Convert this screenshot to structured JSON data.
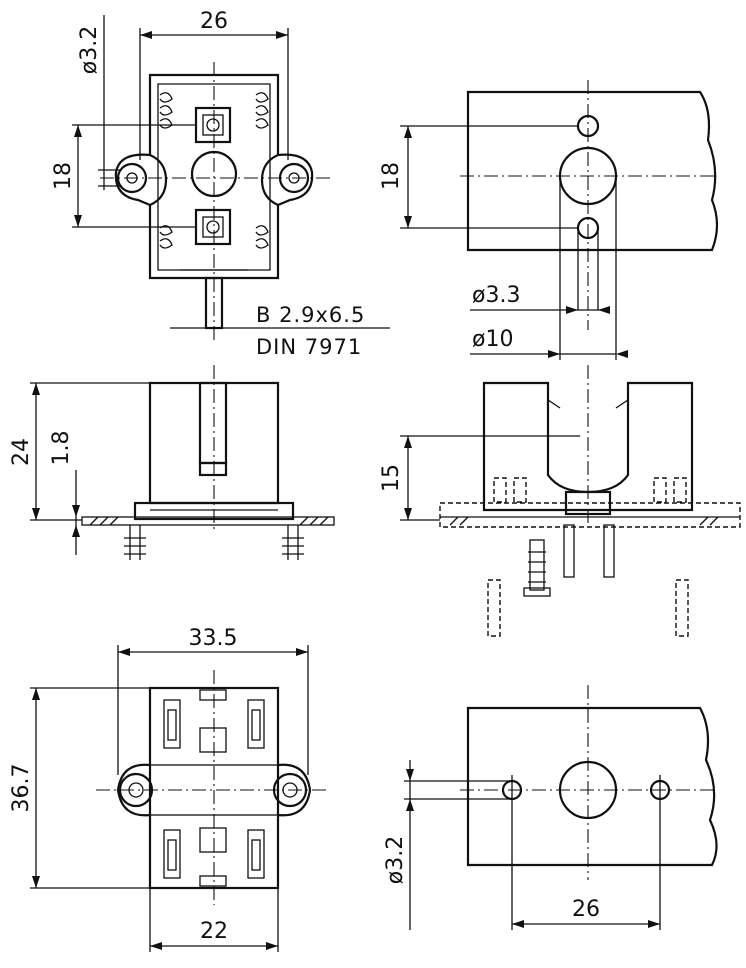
{
  "dimensions": {
    "top_left_width": "26",
    "top_left_hole_dia": "ø3.2",
    "top_left_height": "18",
    "top_right_height": "18",
    "top_right_hole_dia": "ø3.3",
    "top_right_center_dia": "ø10",
    "mid_left_height": "24",
    "mid_left_plate": "1.8",
    "mid_right_height": "15",
    "bottom_left_width": "33.5",
    "bottom_left_height": "36.7",
    "bottom_left_inner_width": "22",
    "bottom_right_hole_dia": "ø3.2",
    "bottom_right_pitch": "26"
  },
  "notes": {
    "screw_spec": "B 2.9x6.5",
    "screw_standard": "DIN 7971"
  }
}
